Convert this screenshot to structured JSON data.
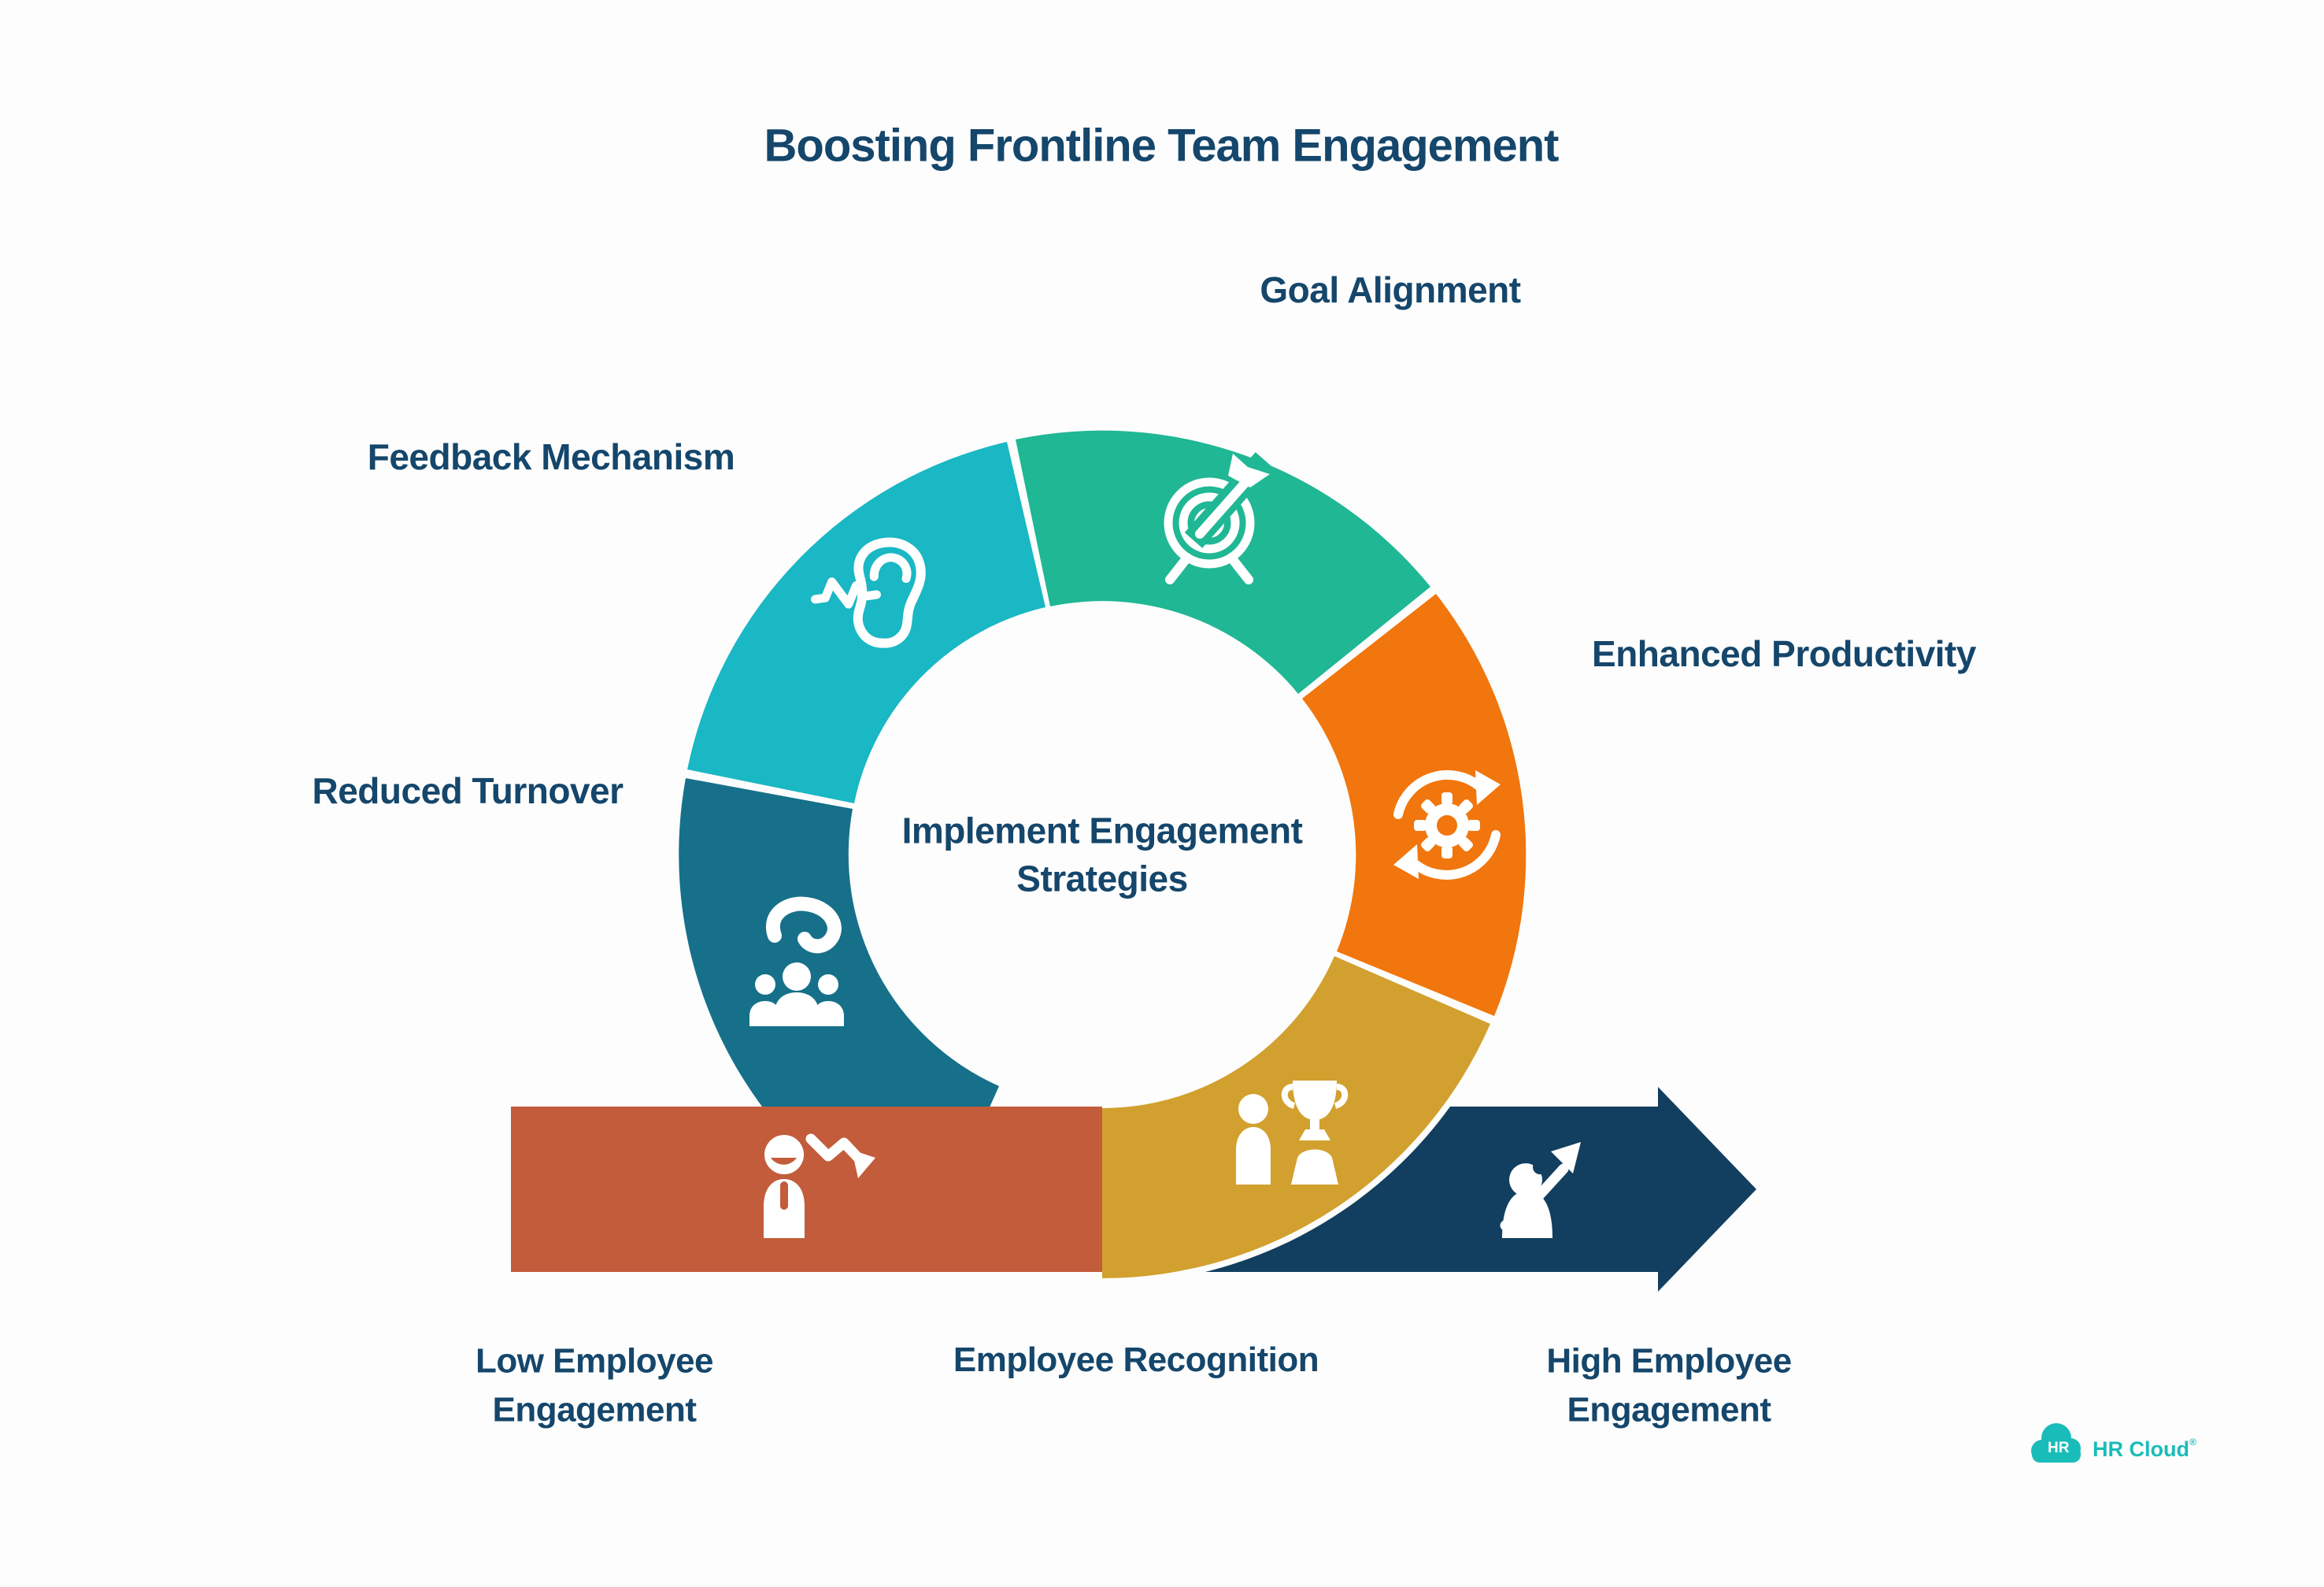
{
  "title": "Boosting Frontline Team Engagement",
  "center": {
    "label": "Implement Engagement Strategies"
  },
  "cycle_segments": [
    {
      "label": "Goal Alignment",
      "color": "#20b794",
      "icon": "target-arrow-icon"
    },
    {
      "label": "Enhanced Productivity",
      "color": "#f1760d",
      "icon": "gear-sync-icon"
    },
    {
      "label": "Employee Recognition",
      "color": "#d2a02e",
      "icon": "person-trophy-icon"
    },
    {
      "label": "Reduced Turnover",
      "color": "#16708a",
      "icon": "people-question-icon"
    },
    {
      "label": "Feedback Mechanism",
      "color": "#1ab7c4",
      "icon": "listening-ear-icon"
    }
  ],
  "flow_states": [
    {
      "label": "Low Employee Engagement",
      "color": "#c35c3b",
      "icon": "person-declining-arrow-icon"
    },
    {
      "label": "High Employee Engagement",
      "color": "#123f5f",
      "icon": "person-rising-arrow-icon"
    }
  ],
  "logo": {
    "monogram": "HR",
    "wordmark": "HR Cloud",
    "registered_mark": "®",
    "color": "#1abcb9"
  }
}
